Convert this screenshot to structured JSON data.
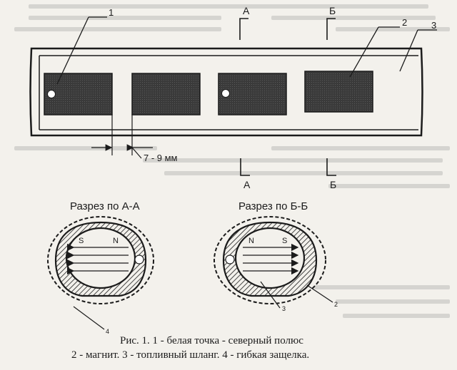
{
  "leaders": {
    "n1": "1",
    "n2": "2",
    "n3": "3",
    "n4": "4"
  },
  "sections": {
    "a_mark": "А",
    "b_mark": "Б",
    "a_title": "Разрез по А-А",
    "b_title": "Разрез по Б-Б"
  },
  "dimension": "7 - 9 мм",
  "poles": {
    "s": "S",
    "n": "N"
  },
  "caption": {
    "line1": "Рис. 1. 1 - белая точка - северный полюс",
    "line2": "2 - магнит. 3 - топливный шланг. 4 - гибкая защелка."
  },
  "colors": {
    "ink": "#1b1b1b",
    "magnet": "#3a3a3a",
    "paper": "#f3f1ec"
  }
}
